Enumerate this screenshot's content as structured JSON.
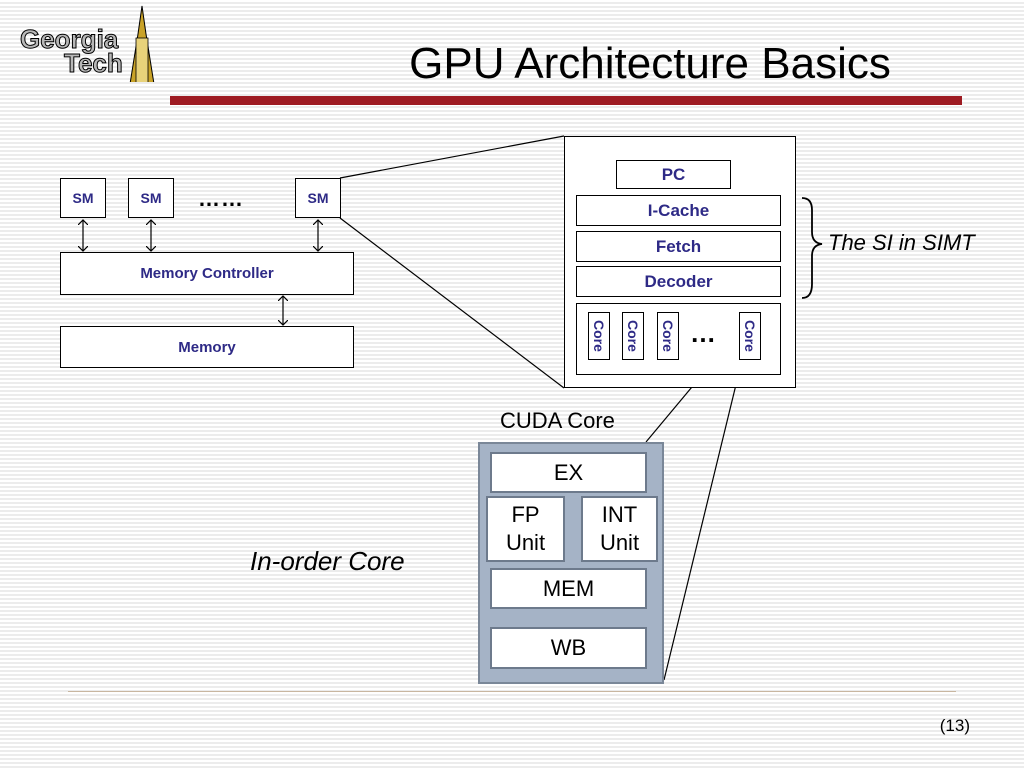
{
  "slide": {
    "title": "GPU Architecture Basics",
    "page_number": "(13)",
    "logo": {
      "line1": "Georgia",
      "line2": "Tech"
    }
  },
  "colors": {
    "title_bar": "#9e1b22",
    "label_text": "#2e2a86",
    "cuda_core_fill": "#a5b3c6"
  },
  "system": {
    "sms": [
      "SM",
      "SM",
      "SM"
    ],
    "ellipsis": "……",
    "memory_controller": "Memory Controller",
    "memory": "Memory"
  },
  "sm_detail": {
    "pc": "PC",
    "icache": "I-Cache",
    "fetch": "Fetch",
    "decoder": "Decoder",
    "cores": [
      "Core",
      "Core",
      "Core",
      "Core"
    ],
    "core_ellipsis": "…",
    "simt_label": "The SI in SIMT"
  },
  "cuda_core": {
    "label": "CUDA Core",
    "ex": "EX",
    "fp_line1": "FP",
    "fp_line2": "Unit",
    "int_line1": "INT",
    "int_line2": "Unit",
    "mem": "MEM",
    "wb": "WB",
    "side_label": "In-order Core"
  }
}
